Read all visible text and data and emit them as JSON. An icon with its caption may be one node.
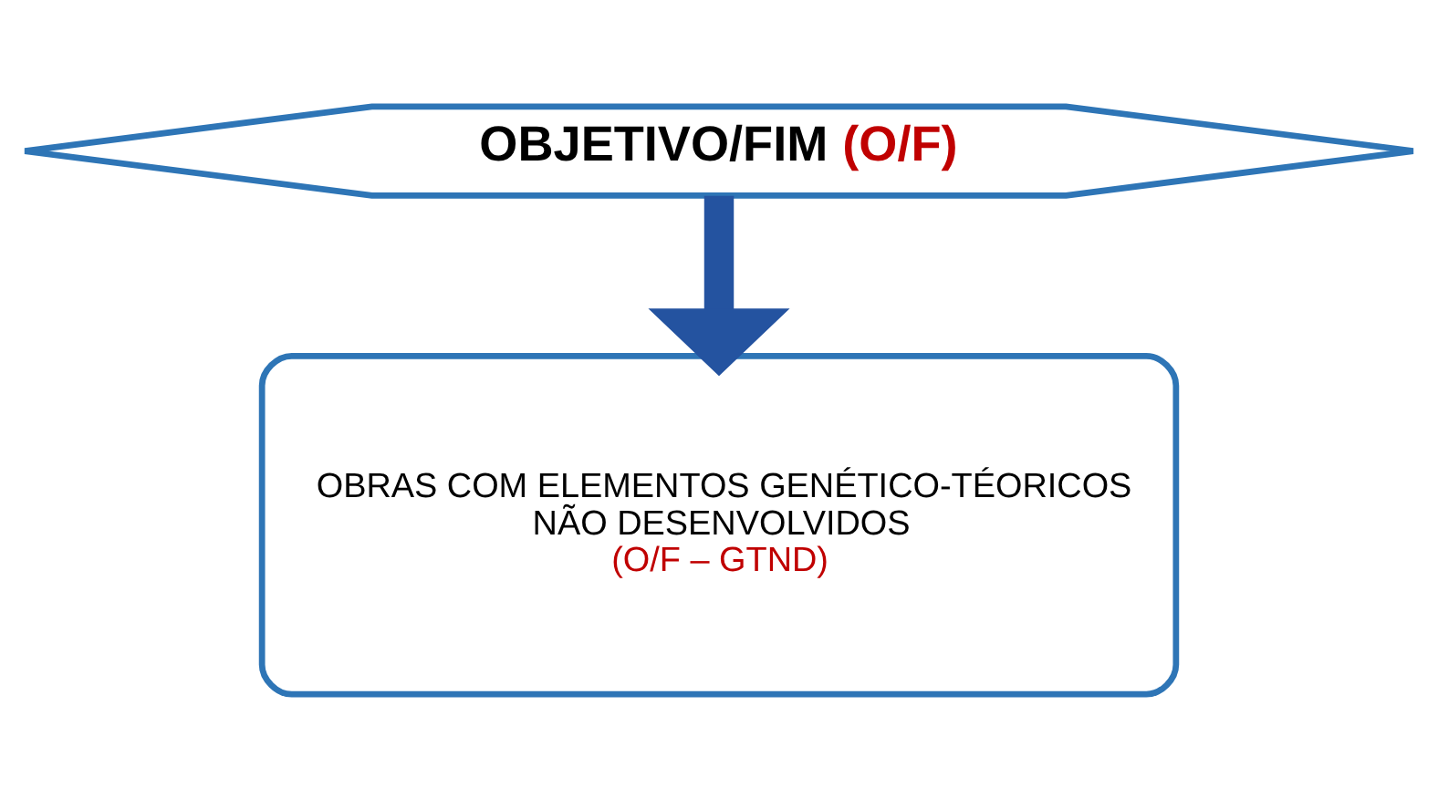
{
  "diagram": {
    "nodes": [
      {
        "text": [
          "OBJETIVO/FIM",
          "(O/F)"
        ]
      },
      {
        "text": [
          "OBRAS COM ELEMENTOS GENÉTICO-TÉORICOS NÃO DESENVOLVIDOS",
          "(O/F – GTND)"
        ]
      }
    ],
    "edges": [
      {
        "from": 0,
        "to": 1,
        "arrow": "to",
        "color": "#2453a0"
      }
    ]
  }
}
